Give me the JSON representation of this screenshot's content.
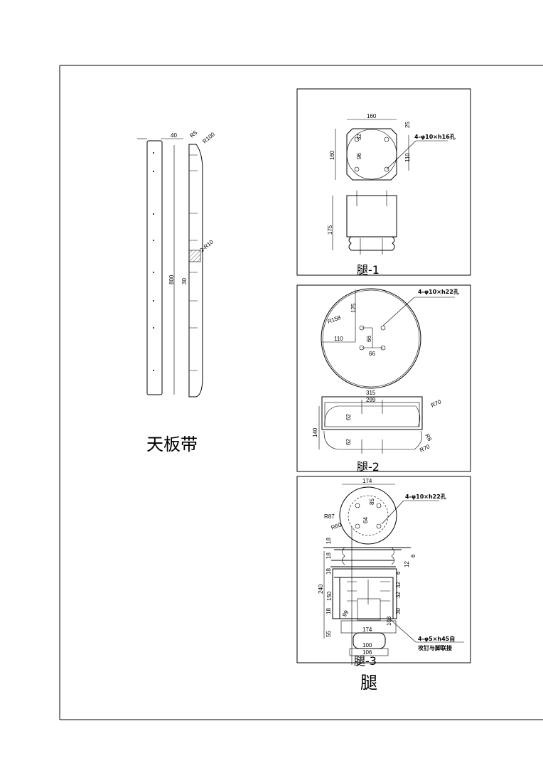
{
  "left_part": {
    "title": "天板带",
    "dims": {
      "width": "40",
      "r5": "R5",
      "r100": "R100",
      "length": "800",
      "gap": "30",
      "r10": "2-R10"
    }
  },
  "leg1": {
    "label": "腿-1",
    "dims": {
      "top": "160",
      "left": "160",
      "right_top": "25",
      "right": "110",
      "inner": "96",
      "small": "32",
      "height": "175"
    },
    "note": "4-φ10×h16孔"
  },
  "leg2": {
    "label": "腿-2",
    "dims": {
      "d125": "125",
      "r158": "R158",
      "d110": "110",
      "d66a": "66",
      "d66b": "66",
      "d315": "315",
      "d299": "299",
      "d140": "140",
      "d62a": "62",
      "d62b": "62",
      "r70a": "R70",
      "r8": "R8",
      "r70b": "R70"
    },
    "note": "4-φ10×h22孔"
  },
  "leg3": {
    "label": "腿-3",
    "dims": {
      "d174top": "174",
      "r87": "R87",
      "r60": "R60",
      "d64": "64",
      "d85": "85",
      "d18a": "18",
      "d18b": "18",
      "d18c": "18",
      "d18d": "18",
      "d240": "240",
      "d150": "150",
      "d55": "55",
      "d174": "174",
      "d100": "100",
      "d106": "106",
      "d32a": "32",
      "d32b": "32",
      "d30": "30",
      "d6a": "6",
      "d6b": "6",
      "d12": "12",
      "d99": "99",
      "d103": "103"
    },
    "note": "4-φ10×h22孔",
    "note2_line1": "4-φ5×h45自",
    "note2_line2": "攻钉与脚联接"
  },
  "group_title": "腿"
}
